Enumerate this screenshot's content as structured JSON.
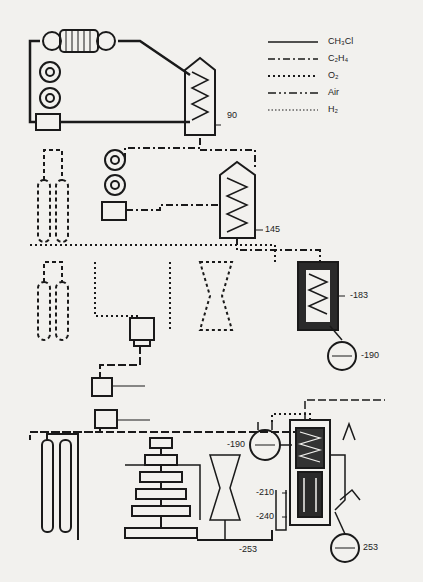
{
  "diagram": {
    "labels": [
      "90",
      "145",
      "-183",
      "-190",
      "-190",
      "-210",
      "-240",
      "-253",
      "253"
    ],
    "legend": [
      {
        "text": "CH₃Cl"
      },
      {
        "text": "C₂H₄"
      },
      {
        "text": "O₂"
      },
      {
        "text": "Air"
      },
      {
        "text": "H₂"
      }
    ]
  }
}
